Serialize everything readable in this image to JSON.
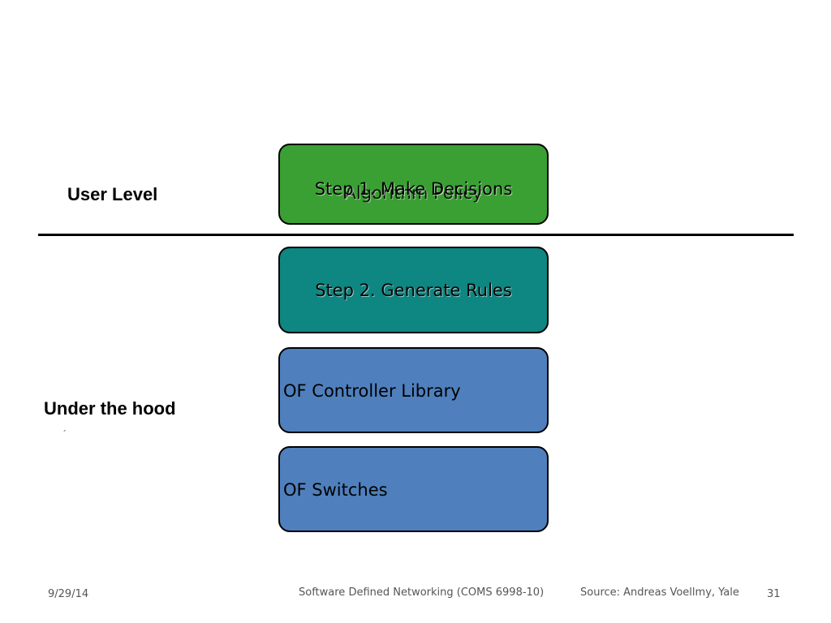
{
  "diagram": {
    "user_level_label": "User Level",
    "under_hood_label": "Under the hood",
    "under_hood_mark": "´",
    "steps": [
      {
        "primary": "Step 1. Make Decisions",
        "overlay": "Algorithm Policy"
      },
      {
        "primary": "Step 2. Generate Rules"
      },
      {
        "primary": "OF Controller Library"
      },
      {
        "primary": "OF Switches"
      }
    ]
  },
  "colors": {
    "step1": "#3aa033",
    "step2": "#0e8682",
    "of_boxes": "#4f80bd",
    "divider": "#000000"
  },
  "footer": {
    "date": "9/29/14",
    "course": "Software Defined Networking (COMS 6998-10)",
    "source": "Source: Andreas Voellmy, Yale",
    "page": "31"
  }
}
